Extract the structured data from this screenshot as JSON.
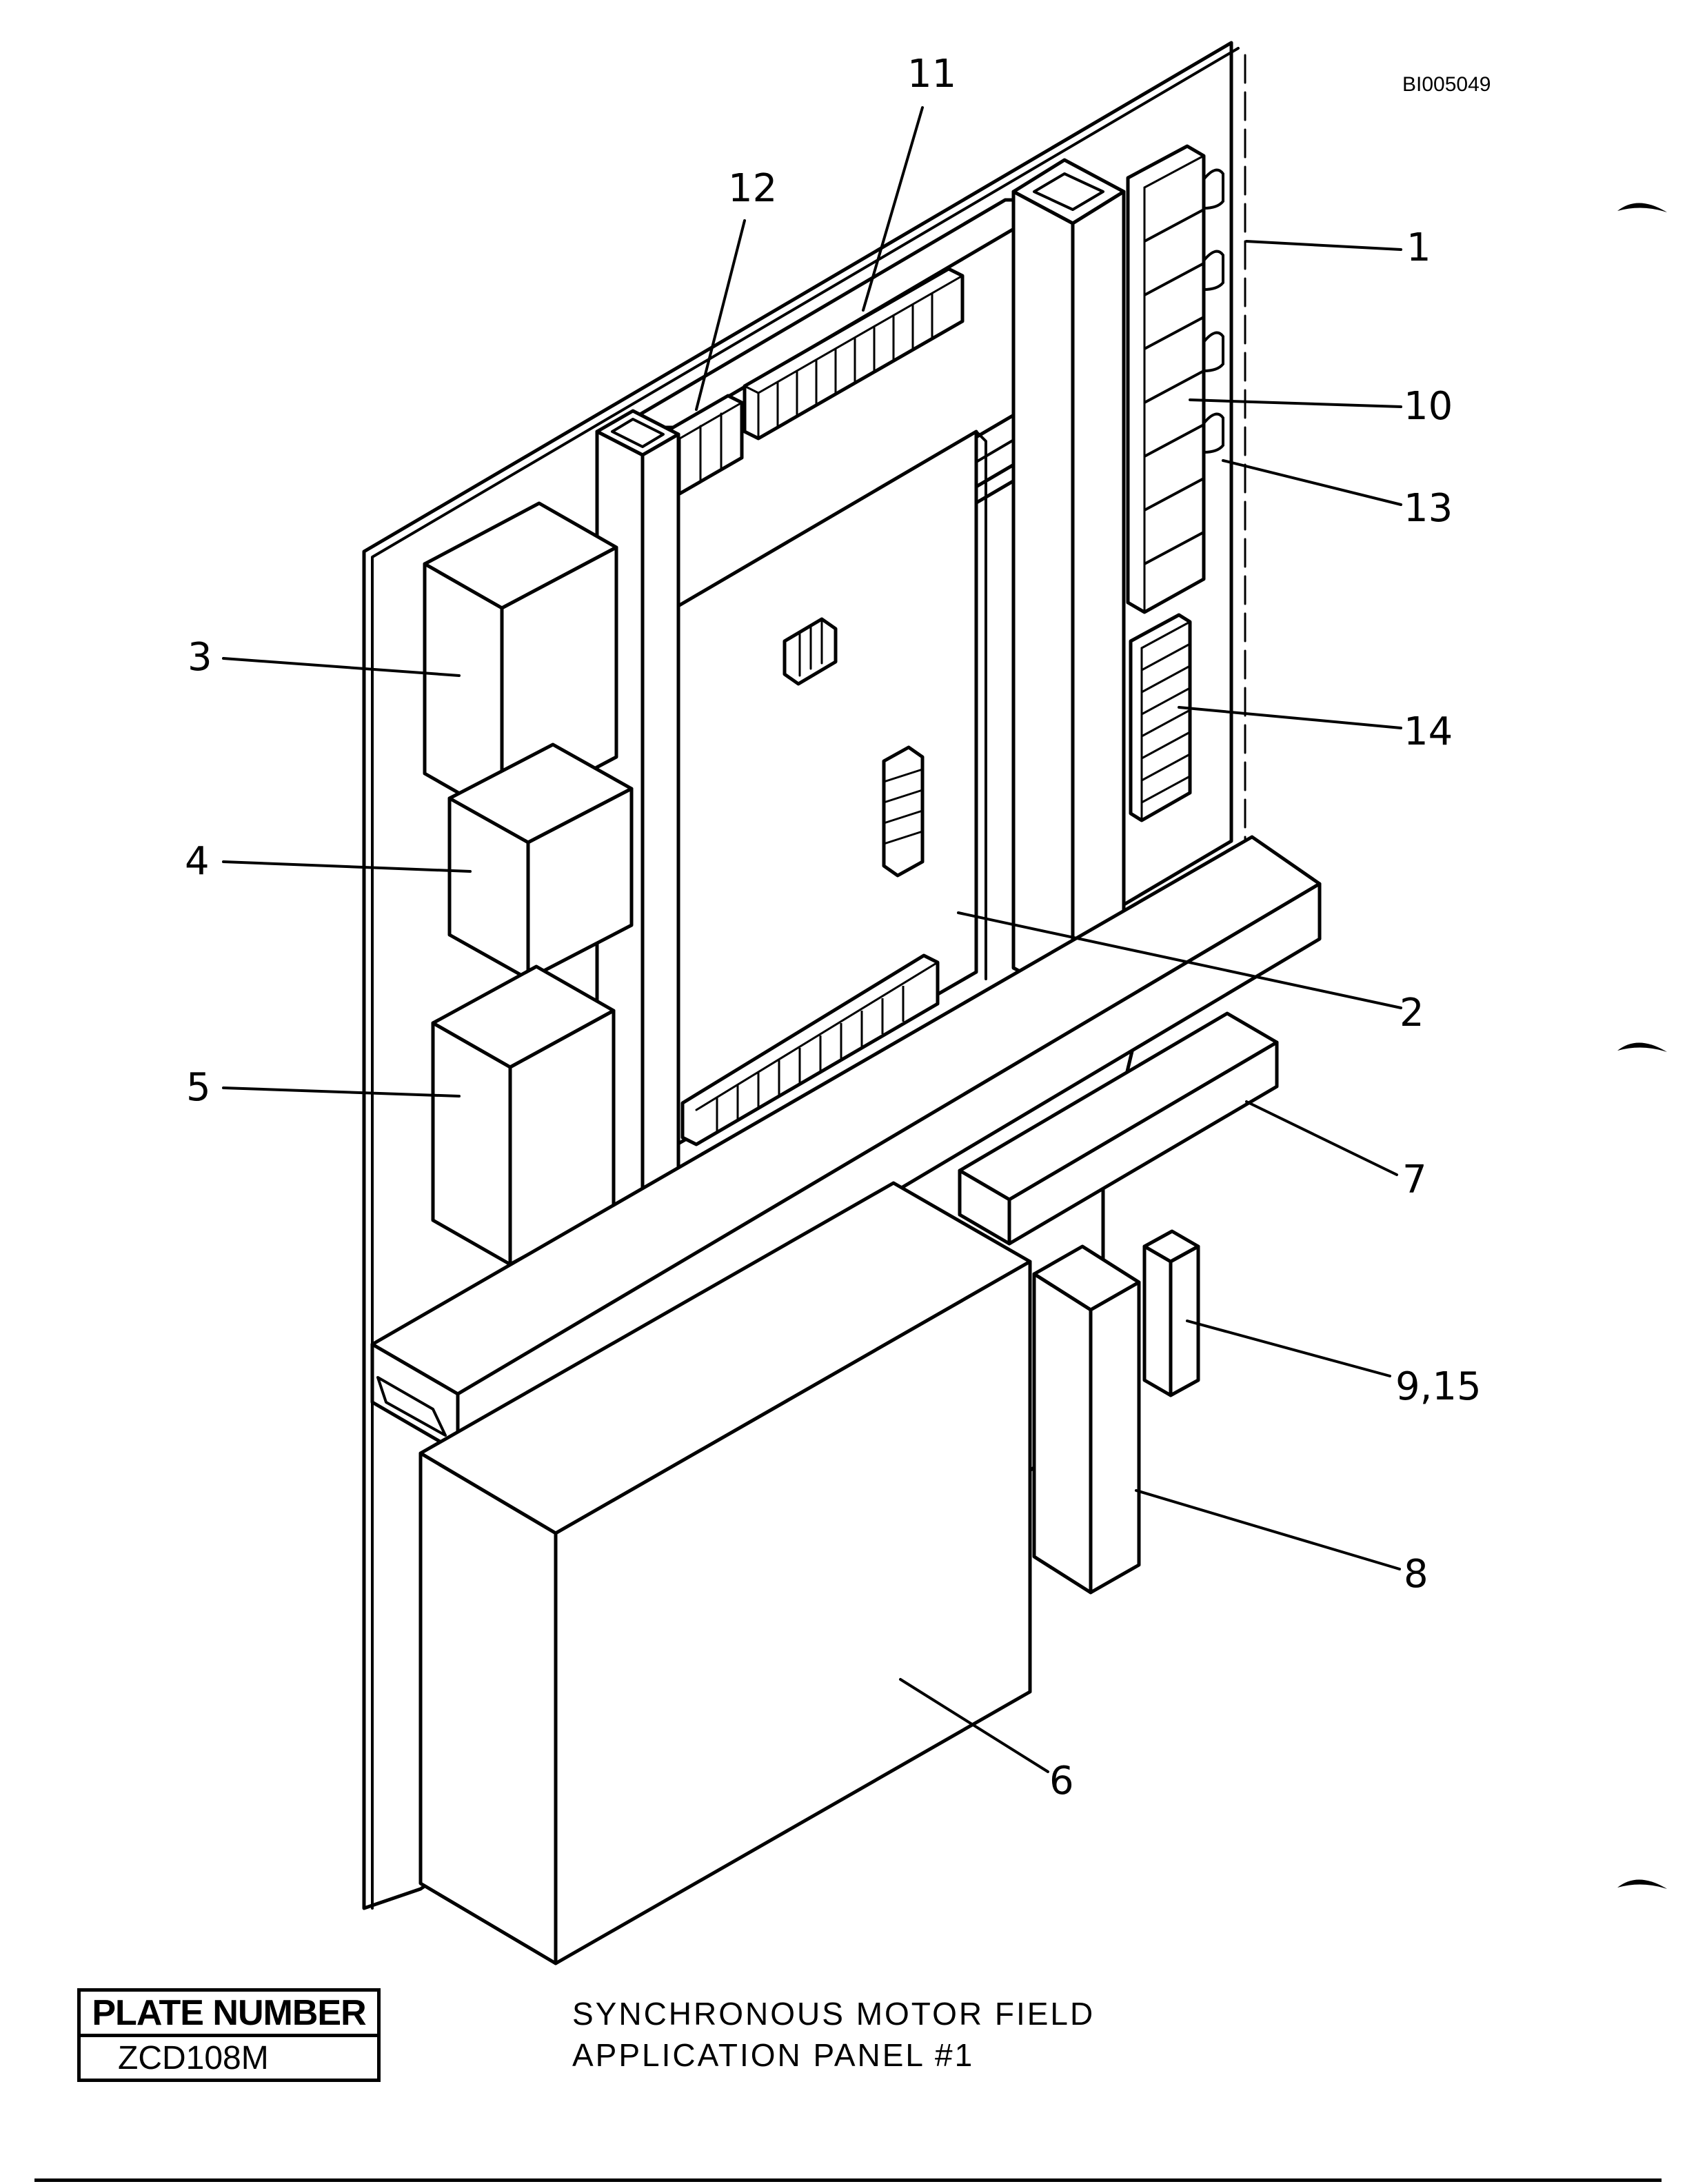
{
  "document": {
    "doc_id": "BI005049",
    "plate_label": "PLATE NUMBER",
    "plate_number": "ZCD108M",
    "title_line_1": "SYNCHRONOUS MOTOR FIELD",
    "title_line_2": "APPLICATION PANEL #1"
  },
  "callouts": {
    "c1": "1",
    "c2": "2",
    "c3": "3",
    "c4": "4",
    "c5": "5",
    "c6": "6",
    "c7": "7",
    "c8": "8",
    "c9_15": "9,15",
    "c10": "10",
    "c11": "11",
    "c12": "12",
    "c13": "13",
    "c14": "14"
  }
}
